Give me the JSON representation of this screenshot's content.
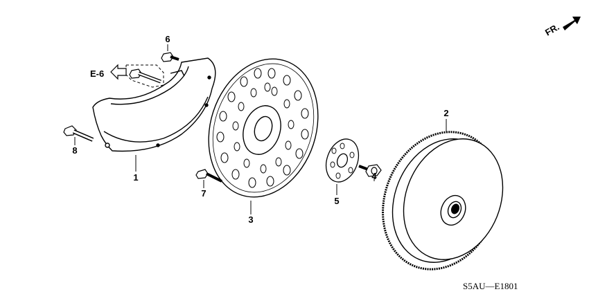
{
  "direction_marker": {
    "label": "FR.",
    "icon": "front-arrow-icon"
  },
  "reference": {
    "label": "E-6",
    "icon": "hollow-arrow-left-icon"
  },
  "diagram_code": "S5AU—E1801",
  "callouts": [
    {
      "id": "1",
      "part": "shield"
    },
    {
      "id": "2",
      "part": "torque-converter"
    },
    {
      "id": "3",
      "part": "drive-plate"
    },
    {
      "id": "4",
      "part": "bolt"
    },
    {
      "id": "5",
      "part": "plate"
    },
    {
      "id": "6",
      "part": "bolt"
    },
    {
      "id": "7",
      "part": "bolt"
    },
    {
      "id": "8",
      "part": "bolt"
    }
  ],
  "colors": {
    "line": "#000000",
    "background": "#ffffff"
  }
}
